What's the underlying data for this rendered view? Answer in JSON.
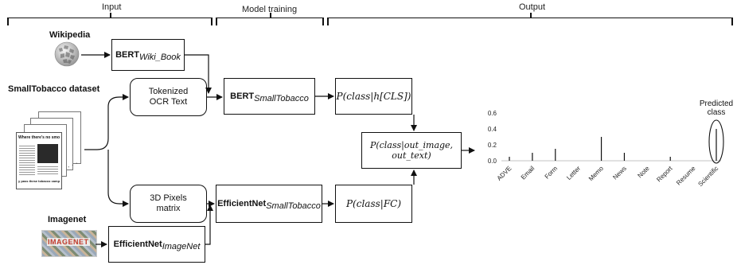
{
  "sections": {
    "input": "Input",
    "training": "Model training",
    "output": "Output"
  },
  "sources": {
    "wikipedia": "Wikipedia",
    "smalltobacco": "SmallTobacco dataset",
    "imagenet": "Imagenet",
    "imagenet_logo_text": "IMAGENET"
  },
  "nodes": {
    "bert_wiki_main": "BERT",
    "bert_wiki_sub": "Wiki_Book",
    "tokenized": "Tokenized\nOCR Text",
    "pixels": "3D Pixels\nmatrix",
    "bert_st_main": "BERT",
    "bert_st_sub": "SmallTobacco",
    "eff_st_main": "EfficientNet",
    "eff_st_sub": "SmallTobacco",
    "eff_in_main": "EfficientNet",
    "eff_in_sub": "ImageNet",
    "p_text": "P(class|h[CLS])",
    "p_fc": "P(class|FC)",
    "p_fused": "P(class|out_image, out_text)"
  },
  "doc_headline": "Where there's no smoke",
  "doc_footer": "y pass these tobacco campaign-smoker r",
  "chart_data": {
    "type": "bar",
    "categories": [
      "ADVE",
      "Email",
      "Form",
      "Letter",
      "Memo",
      "News",
      "Note",
      "Report",
      "Resume",
      "Scientific"
    ],
    "values": [
      0.05,
      0.1,
      0.15,
      0.0,
      0.3,
      0.1,
      0.0,
      0.05,
      0.0,
      0.4
    ],
    "ylim": [
      0,
      0.6
    ],
    "yticks": [
      "0.0",
      "0.2",
      "0.4",
      "0.6"
    ],
    "annotation": "Predicted\nclass",
    "highlighted_category": "Scientific"
  }
}
